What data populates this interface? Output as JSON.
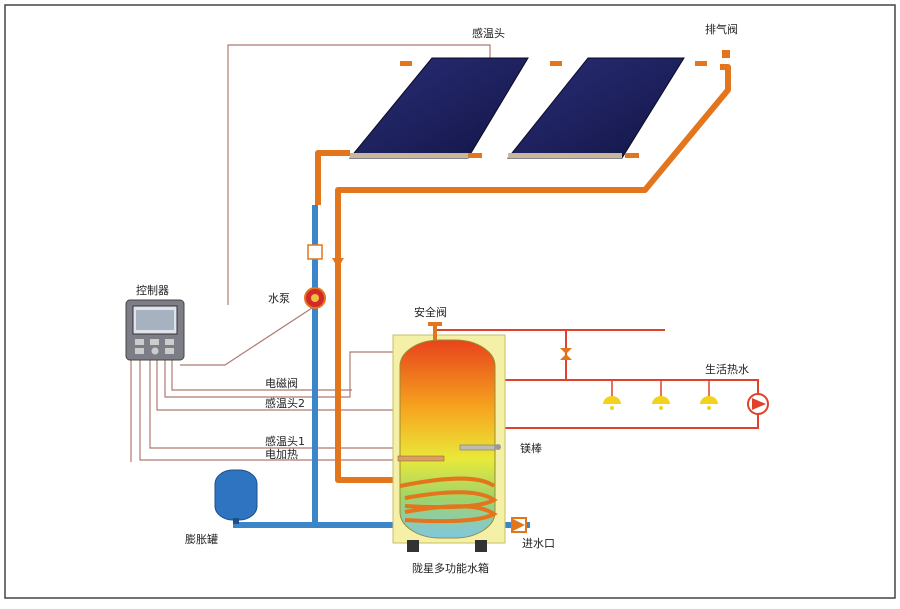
{
  "labels": {
    "sensor_top": "感温头",
    "vent_valve": "排气阀",
    "controller": "控制器",
    "pump": "水泵",
    "safety_valve": "安全阀",
    "hot_water": "生活热水",
    "solenoid_valve": "电磁阀",
    "sensor2": "感温头2",
    "sensor1": "感温头1",
    "electric_heater": "电加热",
    "magnesium_rod": "镁棒",
    "expansion_tank": "膨胀罐",
    "water_inlet": "进水口",
    "tank_name": "陇星多功能水箱"
  },
  "colors": {
    "hot_pipe": "#e3751d",
    "cold_pipe": "#3a86c8",
    "panel": "#1b1f5c",
    "wire": "#b07a72",
    "lamp": "#f2d21a"
  }
}
